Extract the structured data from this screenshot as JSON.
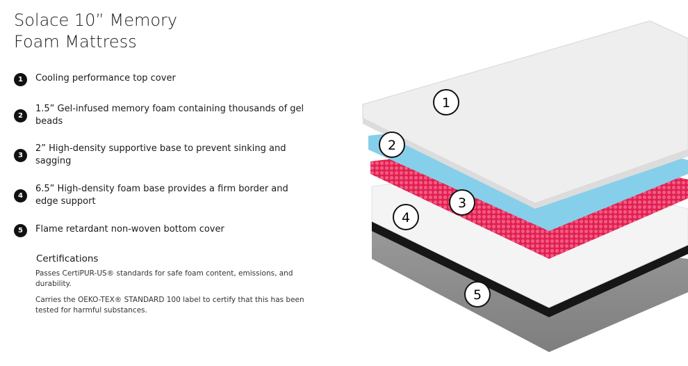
{
  "title_line1": "Solace 10” Memory",
  "title_line2": "Foam Mattress",
  "features": [
    {
      "num": "1",
      "text": "Cooling performance top cover"
    },
    {
      "num": "2",
      "text": "1.5” Gel-infused memory foam containing thousands of gel beads"
    },
    {
      "num": "3",
      "text": "2” High-density supportive base to prevent sinking and sagging"
    },
    {
      "num": "4",
      "text": "6.5” High-density foam base provides a firm border and edge support"
    },
    {
      "num": "5",
      "text": "Flame retardant non-woven bottom cover"
    }
  ],
  "certifications": {
    "heading": "Certifications",
    "items": [
      "Passes CertiPUR-US® standards for safe foam content, emissions, and durability.",
      "Carries the OEKO-TEX® STANDARD 100 label to certify that this has been tested for harmful substances."
    ]
  },
  "diagram_labels": [
    "1",
    "2",
    "3",
    "4",
    "5"
  ],
  "colors": {
    "top": "#ececec",
    "gel": "#7fcbe8",
    "red": "#e8245a",
    "foam": "#f3f3f3",
    "base": "#8a8a8a"
  }
}
